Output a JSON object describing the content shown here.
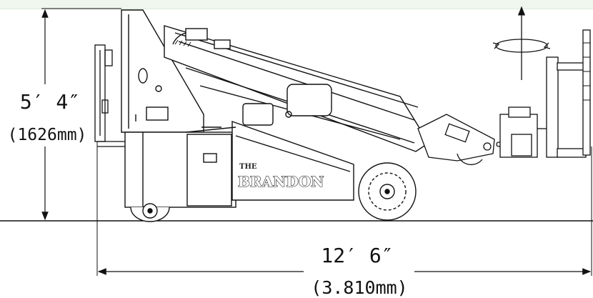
{
  "diagram": {
    "height_feet": "5′ 4″",
    "height_mm": "(1626mm)",
    "length_feet": "12′ 6″",
    "length_mm": "(3.810mm)",
    "brand_prefix": "THE",
    "brand_name": "BRANDON"
  },
  "icons": {
    "rotation": "rotation-arrow-icon"
  },
  "colors": {
    "line": "#111111",
    "background": "#ffffff",
    "top_band": "#eef6ee"
  }
}
